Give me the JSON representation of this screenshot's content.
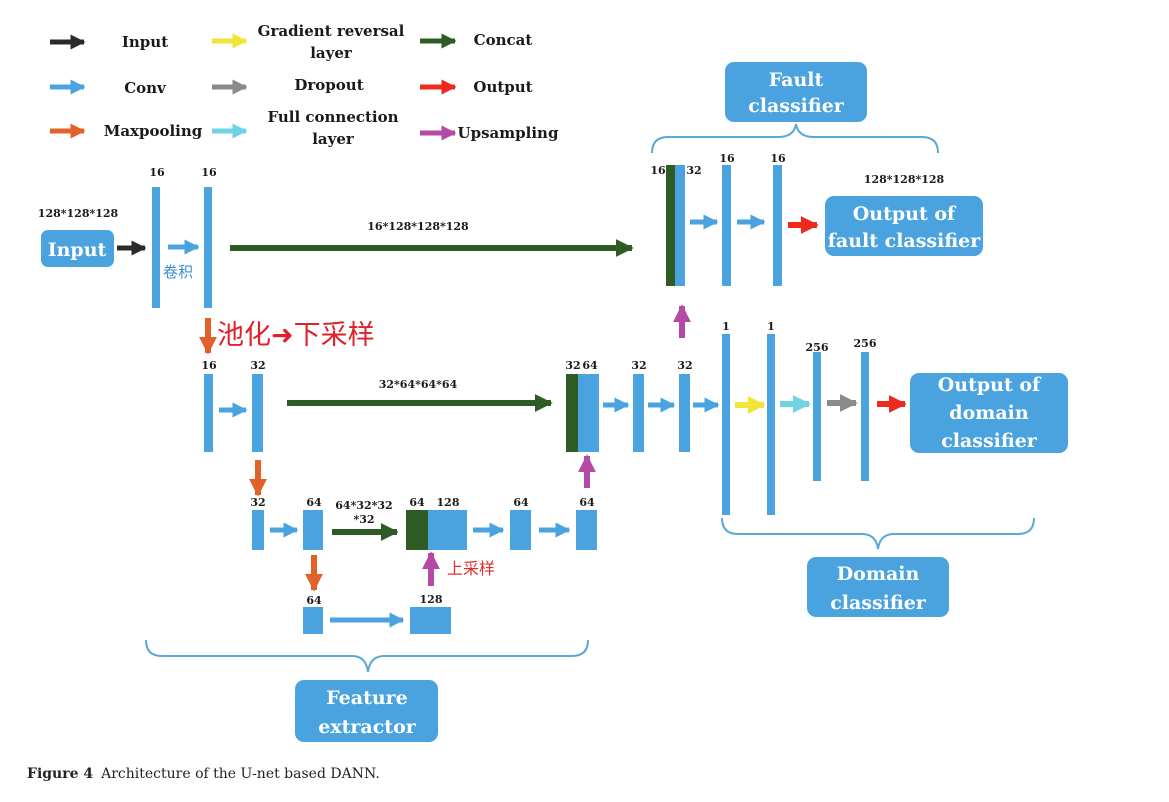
{
  "legend": {
    "input": "Input",
    "gradient_reversal_line1": "Gradient reversal",
    "gradient_reversal_line2": "layer",
    "concat": "Concat",
    "conv": "Conv",
    "dropout": "Dropout",
    "output": "Output",
    "maxpooling": "Maxpooling",
    "full_connection_line1": "Full connection",
    "full_connection_line2": "layer",
    "upsampling": "Upsampling"
  },
  "colors": {
    "input": "#2b2b2b",
    "conv": "#4aa3df",
    "maxpooling": "#e0612a",
    "gradient_reversal": "#f2e53a",
    "dropout": "#8a8a8a",
    "full_connection": "#6fd3e3",
    "concat": "#2f5c24",
    "output": "#ee2a1e",
    "upsampling": "#b54aa6",
    "box": "#4aa3df",
    "bracket": "#5aa8d8"
  },
  "boxes": {
    "input": "Input",
    "fault_classifier_line1": "Fault",
    "fault_classifier_line2": "classifier",
    "output_fault_line1": "Output of",
    "output_fault_line2": "fault classifier",
    "output_domain_line1": "Output of",
    "output_domain_line2": "domain",
    "output_domain_line3": "classifier",
    "domain_classifier_line1": "Domain",
    "domain_classifier_line2": "classifier",
    "feature_extractor_line1": "Feature",
    "feature_extractor_line2": "extractor"
  },
  "labels": {
    "input_dims": "128*128*128",
    "skip1_dims": "16*128*128*128",
    "skip2_dims": "32*64*64*64",
    "skip3_dims_line1": "64*32*32",
    "skip3_dims_line2": "*32",
    "fault_out_dims": "128*128*128",
    "conv_cn": "卷积",
    "pooling_cn": "池化➜下采样",
    "upsample_cn": "上采样",
    "l1_a": "16",
    "l1_b": "16",
    "l2_a": "16",
    "l2_b": "32",
    "l3_a": "32",
    "l3_b": "64",
    "l4_a": "64",
    "l4_b": "128",
    "up3_a": "64",
    "up3_b": "128",
    "up3_c": "64",
    "up3_d": "64",
    "up2_a": "32",
    "up2_b": "64",
    "up2_c": "32",
    "up2_d": "32",
    "up1_a": "16",
    "up1_b": "32",
    "up1_c": "16",
    "up1_d": "16",
    "dom_a": "1",
    "dom_b": "1",
    "dom_c": "256",
    "dom_d": "256"
  },
  "caption": {
    "label": "Figure 4",
    "text": "Architecture of the U-net based DANN."
  }
}
